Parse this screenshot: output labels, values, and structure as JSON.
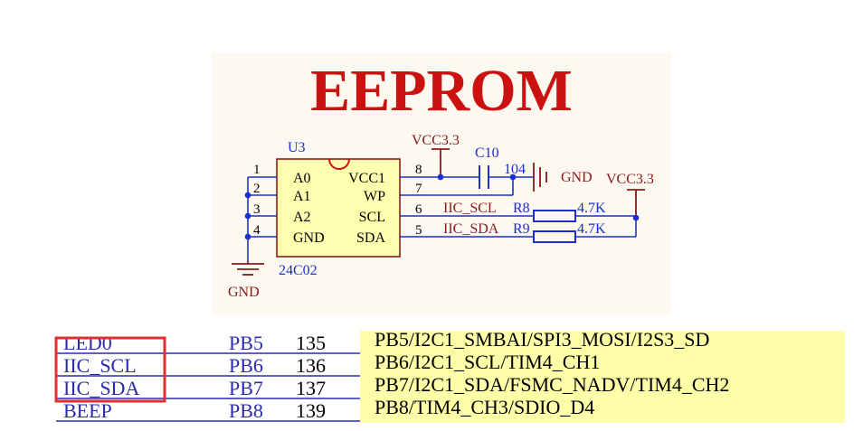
{
  "title": "EEPROM",
  "colors": {
    "panel": "#fdf8f0",
    "title": "#cc1111",
    "wire": "#1a2fd0",
    "label": "#1a2fd0",
    "net": "#8a1a1a",
    "chip_fill": "#ffffb0",
    "junction": "#1a2fd0",
    "highlight": "#e03030",
    "pin_table_bg": "#ffffaa"
  },
  "chip": {
    "ref": "U3",
    "part": "24C02",
    "pin_numbers": [
      "1",
      "2",
      "3",
      "4",
      "8",
      "7",
      "6",
      "5"
    ],
    "left_pins": [
      "A0",
      "A1",
      "A2",
      "GND"
    ],
    "right_pins": [
      "VCC1",
      "WP",
      "SCL",
      "SDA"
    ]
  },
  "nets": {
    "vcc_top": "VCC3.3",
    "vcc_right": "VCC3.3",
    "gnd_right": "GND",
    "gnd_bottom": "GND",
    "scl": "IIC_SCL",
    "sda": "IIC_SDA"
  },
  "capacitor": {
    "ref": "C10",
    "value": "104"
  },
  "resistors": [
    {
      "ref": "R8",
      "value": "4.7K"
    },
    {
      "ref": "R9",
      "value": "4.7K"
    }
  ],
  "pin_table": {
    "rows": [
      {
        "signal": "LED0",
        "port": "PB5",
        "pin": "135",
        "function": "PB5/I2C1_SMBAI/SPI3_MOSI/I2S3_SD"
      },
      {
        "signal": "IIC_SCL",
        "port": "PB6",
        "pin": "136",
        "function": "PB6/I2C1_SCL/TIM4_CH1"
      },
      {
        "signal": "IIC_SDA",
        "port": "PB7",
        "pin": "137",
        "function": "PB7/I2C1_SDA/FSMC_NADV/TIM4_CH2"
      },
      {
        "signal": "BEEP",
        "port": "PB8",
        "pin": "139",
        "function": "PB8/TIM4_CH3/SDIO_D4"
      }
    ]
  }
}
